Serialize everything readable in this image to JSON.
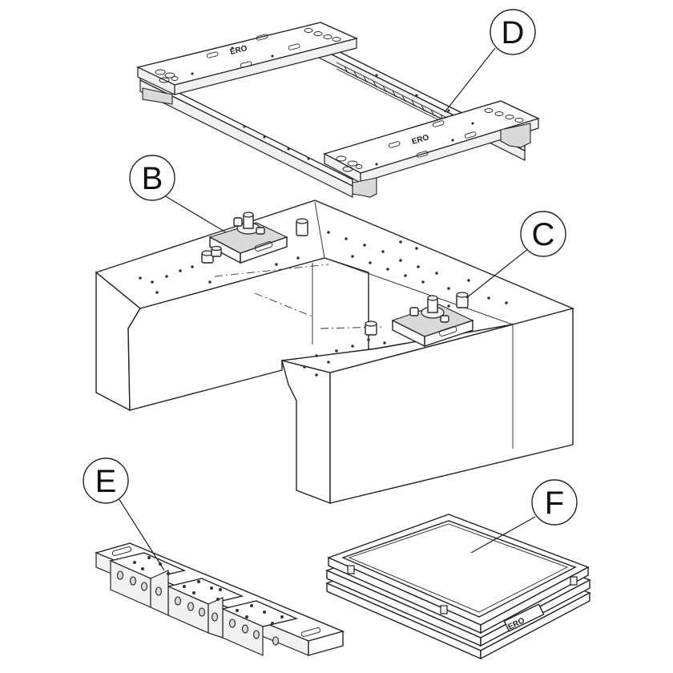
{
  "callouts": {
    "B": "B",
    "C": "C",
    "D": "D",
    "E": "E",
    "F": "F"
  },
  "brand_mark": "ERO",
  "colors": {
    "line": "#222222",
    "paper": "#ffffff",
    "shade": "#d9d9d9"
  }
}
